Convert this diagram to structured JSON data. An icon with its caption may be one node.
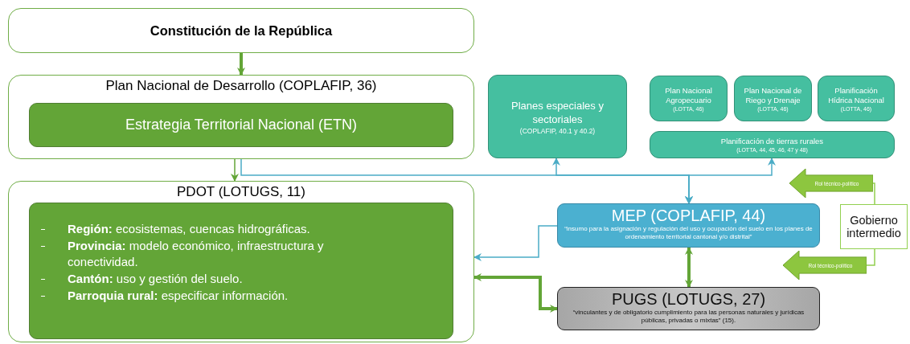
{
  "diagram": {
    "nodes": [
      {
        "text": [
          "Constitución de la República"
        ]
      },
      {
        "text": [
          "Plan Nacional de Desarrollo (COPLAFIP, 36)"
        ]
      },
      {
        "text": [
          "Estrategia Territorial Nacional (ETN)"
        ],
        "in": 1
      },
      {
        "text": [
          "PDOT (LOTUGS, 11)"
        ]
      },
      {
        "text": [
          "**Región:** ecosistemas, cuencas hidrográficas.",
          "**Provincia:** modelo económico, infraestructura y conectividad.",
          "**Cantón:** uso y gestión del suelo.",
          "**Parroquia rural:** especificar información."
        ],
        "in": 3
      },
      {
        "text": [
          "Planes especiales y sectoriales",
          "(COPLAFIP, 40.1 y 40.2)"
        ]
      },
      {
        "text": [
          "Plan Nacional Agropecuario",
          "(LOTTA, 46)"
        ]
      },
      {
        "text": [
          "Plan Nacional de Riego y Drenaje",
          "(LOTTA, 46)"
        ]
      },
      {
        "text": [
          "Planificación Hídrica Nacional",
          "(LOTTA, 46)"
        ]
      },
      {
        "text": [
          "Planificación de tierras rurales",
          "(LOTTA, 44, 45, 46, 47 y 48)"
        ]
      },
      {
        "text": [
          "MEP (COPLAFIP, 44)",
          "“insumo para la asignación y regulación del uso y ocupación del suelo en los planes de ordenamiento territorial cantonal y/o distrital”"
        ]
      },
      {
        "text": [
          "PUGS (LOTUGS, 27)",
          "“vinculantes y de obligatorio cumplimiento para las personas naturales y jurídicas públicas, privadas o mixtas” (15)."
        ]
      },
      {
        "text": [
          "Gobierno intermedio"
        ]
      },
      {
        "text": [
          "Rol técnico-político"
        ]
      },
      {
        "text": [
          "Rol técnico-político"
        ]
      }
    ],
    "edges": [
      {
        "from": 0,
        "to": 1,
        "arrow": "to",
        "style": "thick"
      },
      {
        "from": 1,
        "to": 3,
        "arrow": "to"
      },
      {
        "from": 10,
        "to": 2,
        "arrow": "both",
        "color": "#4bacc6"
      },
      {
        "from": 10,
        "to": 5,
        "arrow": "both",
        "color": "#4bacc6"
      },
      {
        "from": 10,
        "to": 9,
        "arrow": "both",
        "color": "#4bacc6"
      },
      {
        "from": 10,
        "to": 3,
        "arrow": "to",
        "color": "#4bacc6"
      },
      {
        "from": 3,
        "to": 11,
        "arrow": "both",
        "style": "thick"
      },
      {
        "from": 10,
        "to": 11,
        "arrow": "both",
        "style": "thick"
      },
      {
        "from": 12,
        "to": 13,
        "arrow": "none",
        "color": "#92d050"
      },
      {
        "from": 12,
        "to": 14,
        "arrow": "none",
        "color": "#92d050"
      }
    ]
  }
}
